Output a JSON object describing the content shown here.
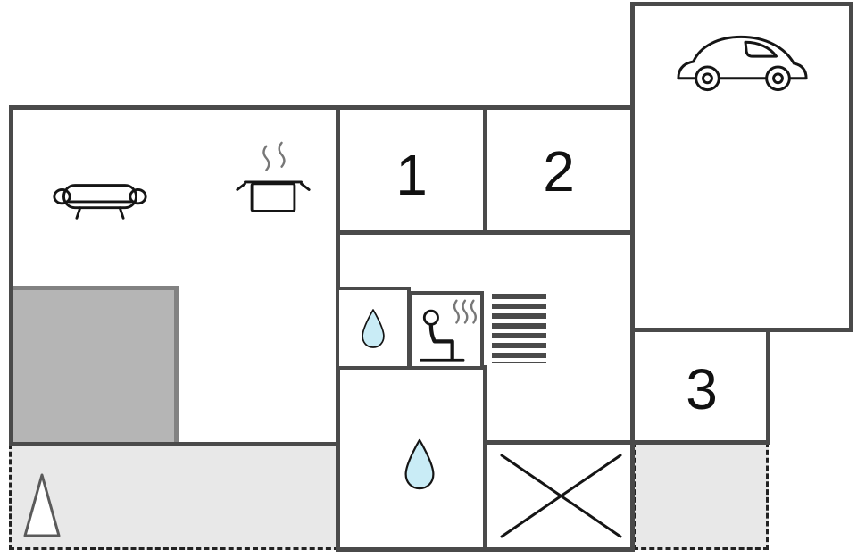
{
  "rooms": {
    "bedroom_1": {
      "label": "1"
    },
    "bedroom_2": {
      "label": "2"
    },
    "bedroom_3": {
      "label": "3"
    }
  },
  "icons": {
    "living_room": "sofa-icon",
    "kitchen": "cooking-pot-icon",
    "garage": "car-icon",
    "wc": "water-drop-icon",
    "sauna": "sauna-icon",
    "staircase": "stairs-icon",
    "bathroom": "water-drop-icon",
    "storage": "cross-icon",
    "terrace": "tree-icon"
  },
  "colors": {
    "wall": "#4a4a4a",
    "icon_stroke": "#151515",
    "water_drop_fill": "#c9ecf6",
    "patio_fill": "#b5b5b5",
    "patio_border": "#828282",
    "terrace_fill": "#e8e8e8",
    "dashed_border": "#222222",
    "background": "#ffffff",
    "label_color": "#111111"
  }
}
